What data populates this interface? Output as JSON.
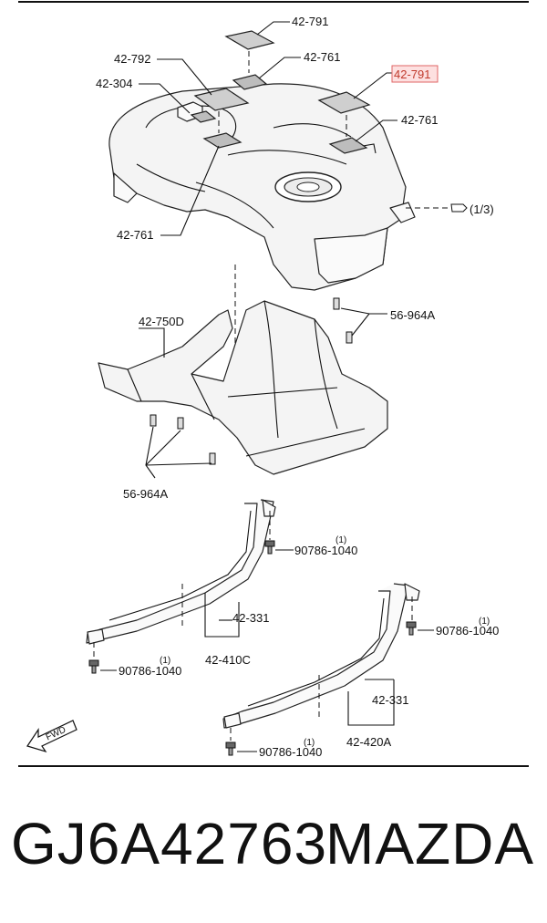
{
  "diagram": {
    "callouts": {
      "top_pad_791": "42-791",
      "pad_792": "42-792",
      "top_pad_761": "42-761",
      "part_304": "42-304",
      "right_pad_791_highlighted": "42-791",
      "right_pad_761": "42-761",
      "left_pad_761": "42-761",
      "reference": "(1/3)",
      "insulator_750d": "42-750D",
      "clip_right": "56-964A",
      "clip_left": "56-964A",
      "band_331_left": "42-331",
      "band_assy_410c": "42-410C",
      "band_331_right": "42-331",
      "band_assy_420a": "42-420A",
      "bolt_1_qty": "(1)",
      "bolt_1": "90786-1040",
      "bolt_2_qty": "(1)",
      "bolt_2": "90786-1040",
      "bolt_3_qty": "(1)",
      "bolt_3": "90786-1040",
      "bolt_4_qty": "(1)",
      "bolt_4": "90786-1040",
      "fwd": "FWD"
    },
    "highlight_color": "#e06666"
  },
  "footer": {
    "part_number": "GJ6A42763",
    "brand": "MAZDA"
  }
}
